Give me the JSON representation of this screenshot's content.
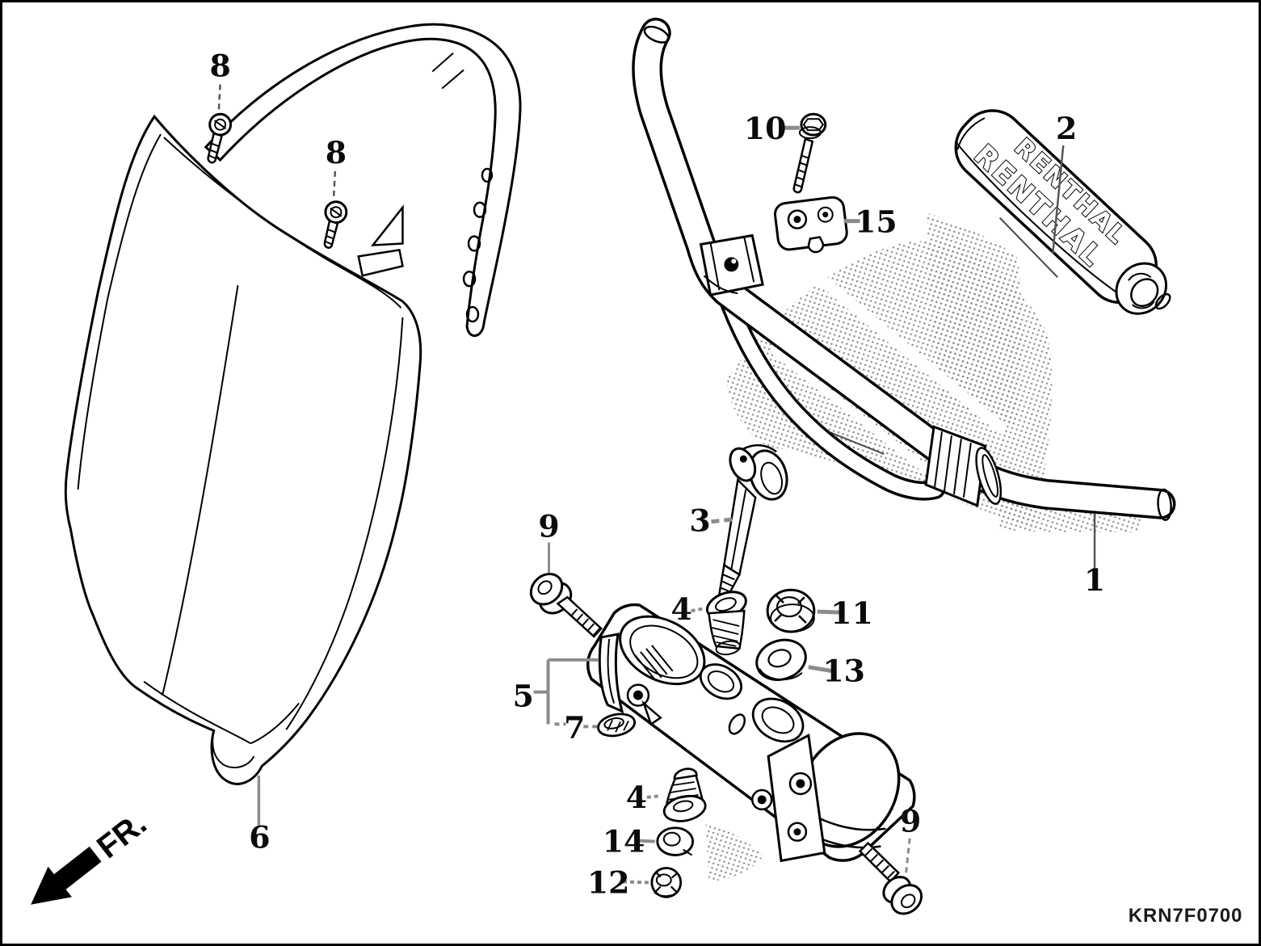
{
  "diagram": {
    "drawing_code": "KRN7F0700",
    "front_marker": "FR.",
    "pad_text_upper": "RENTHAL",
    "pad_text_lower": "RENTHAL",
    "callouts": [
      {
        "label": "8"
      },
      {
        "label": "8"
      },
      {
        "label": "10"
      },
      {
        "label": "15"
      },
      {
        "label": "2"
      },
      {
        "label": "1"
      },
      {
        "label": "3"
      },
      {
        "label": "9"
      },
      {
        "label": "4"
      },
      {
        "label": "11"
      },
      {
        "label": "13"
      },
      {
        "label": "5"
      },
      {
        "label": "7"
      },
      {
        "label": "4"
      },
      {
        "label": "14"
      },
      {
        "label": "12"
      },
      {
        "label": "9"
      },
      {
        "label": "6"
      }
    ]
  }
}
